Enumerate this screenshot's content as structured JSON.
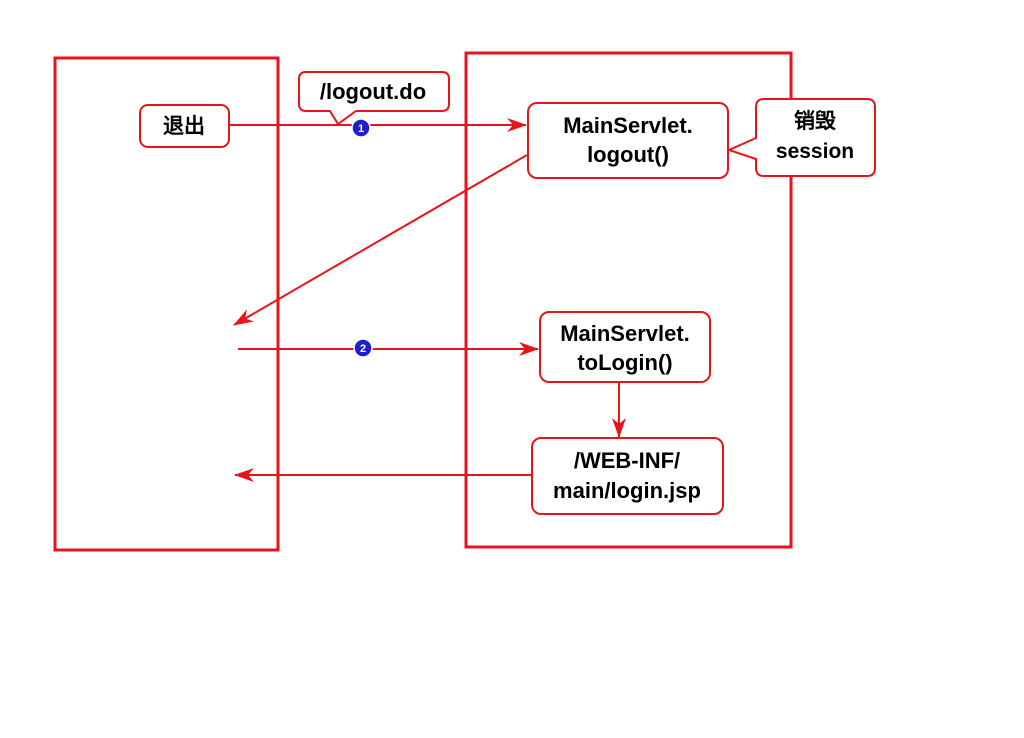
{
  "colors": {
    "stroke": "#e8141c",
    "fill": "#ffffff",
    "text": "#000000",
    "badge": "#1f1fd0",
    "badge_text": "#ffffff"
  },
  "nodes": {
    "logout_link": {
      "label": "退出"
    },
    "logout_method": {
      "line1": "MainServlet.",
      "line2": "logout()"
    },
    "tologin_method": {
      "line1": "MainServlet.",
      "line2": "toLogin()"
    },
    "login_page": {
      "line1": "/WEB-INF/",
      "line2": "main/login.jsp"
    }
  },
  "callouts": {
    "request_url": {
      "text": "/logout.do"
    },
    "destroy_session": {
      "line1": "销毁",
      "line2": "session"
    }
  },
  "badges": {
    "step1": "1",
    "step2": "2"
  }
}
